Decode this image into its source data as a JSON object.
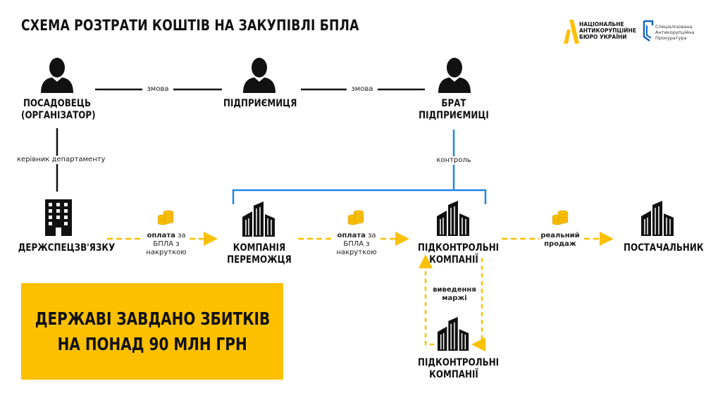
{
  "title": "СХЕМА РОЗТРАТИ КОШТІВ НА ЗАКУПІВЛІ  БПЛА",
  "logos": {
    "nabu": {
      "line1": "НАЦІОНАЛЬНЕ",
      "line2": "АНТИКОРУПЦІЙНЕ",
      "line3": "БЮРО УКРАЇНИ"
    },
    "sap": {
      "line1": "Спеціалізована",
      "line2": "Антикорупційна",
      "line3": "Прокуратура"
    }
  },
  "nodes": {
    "official": {
      "line1": "ПОСАДОВЕЦЬ",
      "line2": "(ОРГАНІЗАТОР)"
    },
    "entrepreneur": {
      "line1": "ПІДПРИЄМИЦЯ"
    },
    "brother": {
      "line1": "БРАТ",
      "line2": "ПІДПРИЄМИЦІ"
    },
    "agency": {
      "line1": "ДЕРЖСПЕЦЗВ'ЯЗКУ"
    },
    "winner": {
      "line1": "КОМПАНІЯ",
      "line2": "ПЕРЕМОЖЦЯ"
    },
    "controlled1": {
      "line1": "ПІДКОНТРОЛЬНІ",
      "line2": "КОМПАНІЇ"
    },
    "controlled2": {
      "line1": "ПІДКОНТРОЛЬНІ",
      "line2": "КОМПАНІЇ"
    },
    "supplier": {
      "line1": "ПОСТАЧАЛЬНИК"
    }
  },
  "edges": {
    "collusion1": "змова",
    "collusion2": "змова",
    "department_head": "керівник департаменту",
    "control": "контроль",
    "pay1": {
      "bold": "оплата",
      "rest1": " за",
      "line2": "БПЛА з",
      "line3": "накруткою"
    },
    "pay2": {
      "bold": "оплата",
      "rest1": " за",
      "line2": "БПЛА з",
      "line3": "накруткою"
    },
    "real_sale": {
      "line1": "реальний",
      "line2": "продаж"
    },
    "margin": {
      "line1": "виведення",
      "line2": "маржі"
    }
  },
  "banner": {
    "line1": "ДЕРЖАВІ ЗАВДАНО ЗБИТКІВ",
    "line2": "НА ПОНАД 90 МЛН ГРН"
  },
  "colors": {
    "yellow": "#fcc000",
    "blue": "#1e88e5",
    "black": "#111111"
  }
}
